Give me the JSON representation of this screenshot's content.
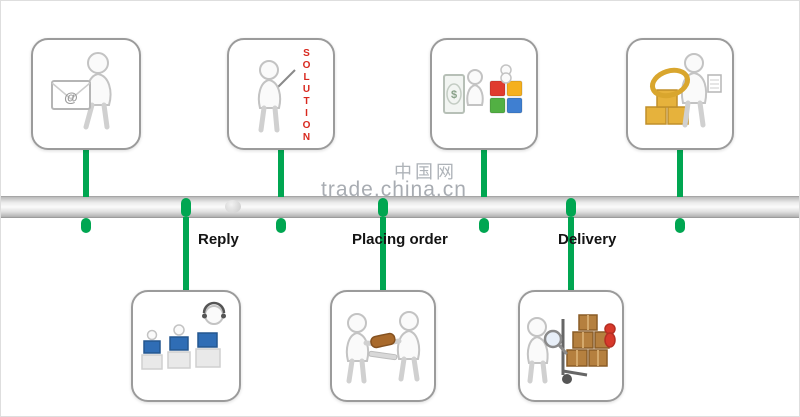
{
  "watermark": {
    "cn_text": "中国网",
    "domain": "trade.china.cn"
  },
  "steps": {
    "reply": {
      "label": "Reply"
    },
    "placing_order": {
      "label": "Placing order"
    },
    "delivery": {
      "label": "Delivery"
    }
  },
  "nodes": [
    {
      "id": "inquiry",
      "row": "top",
      "icon": "email-inquiry-icon"
    },
    {
      "id": "solution",
      "row": "top",
      "icon": "solution-pointer-icon"
    },
    {
      "id": "payment",
      "row": "top",
      "icon": "money-puzzle-icon"
    },
    {
      "id": "packing",
      "row": "top",
      "icon": "gold-package-ring-icon"
    },
    {
      "id": "reply-support",
      "row": "bottom",
      "icon": "support-team-icon"
    },
    {
      "id": "order-deal",
      "row": "bottom",
      "icon": "handshake-deal-icon"
    },
    {
      "id": "delivery-trolley",
      "row": "bottom",
      "icon": "delivery-trolley-icon"
    }
  ],
  "glyphs": {
    "at": "@",
    "dollar": "$",
    "solution_text": "SOLUTION"
  },
  "colors": {
    "accent_green": "#00A651",
    "solution_red": "#D8281E",
    "bar_gray": "#D9D9D9",
    "box_brown": "#B5803F",
    "gold": "#E6B23C",
    "monitor_blue": "#2F6DB5"
  }
}
